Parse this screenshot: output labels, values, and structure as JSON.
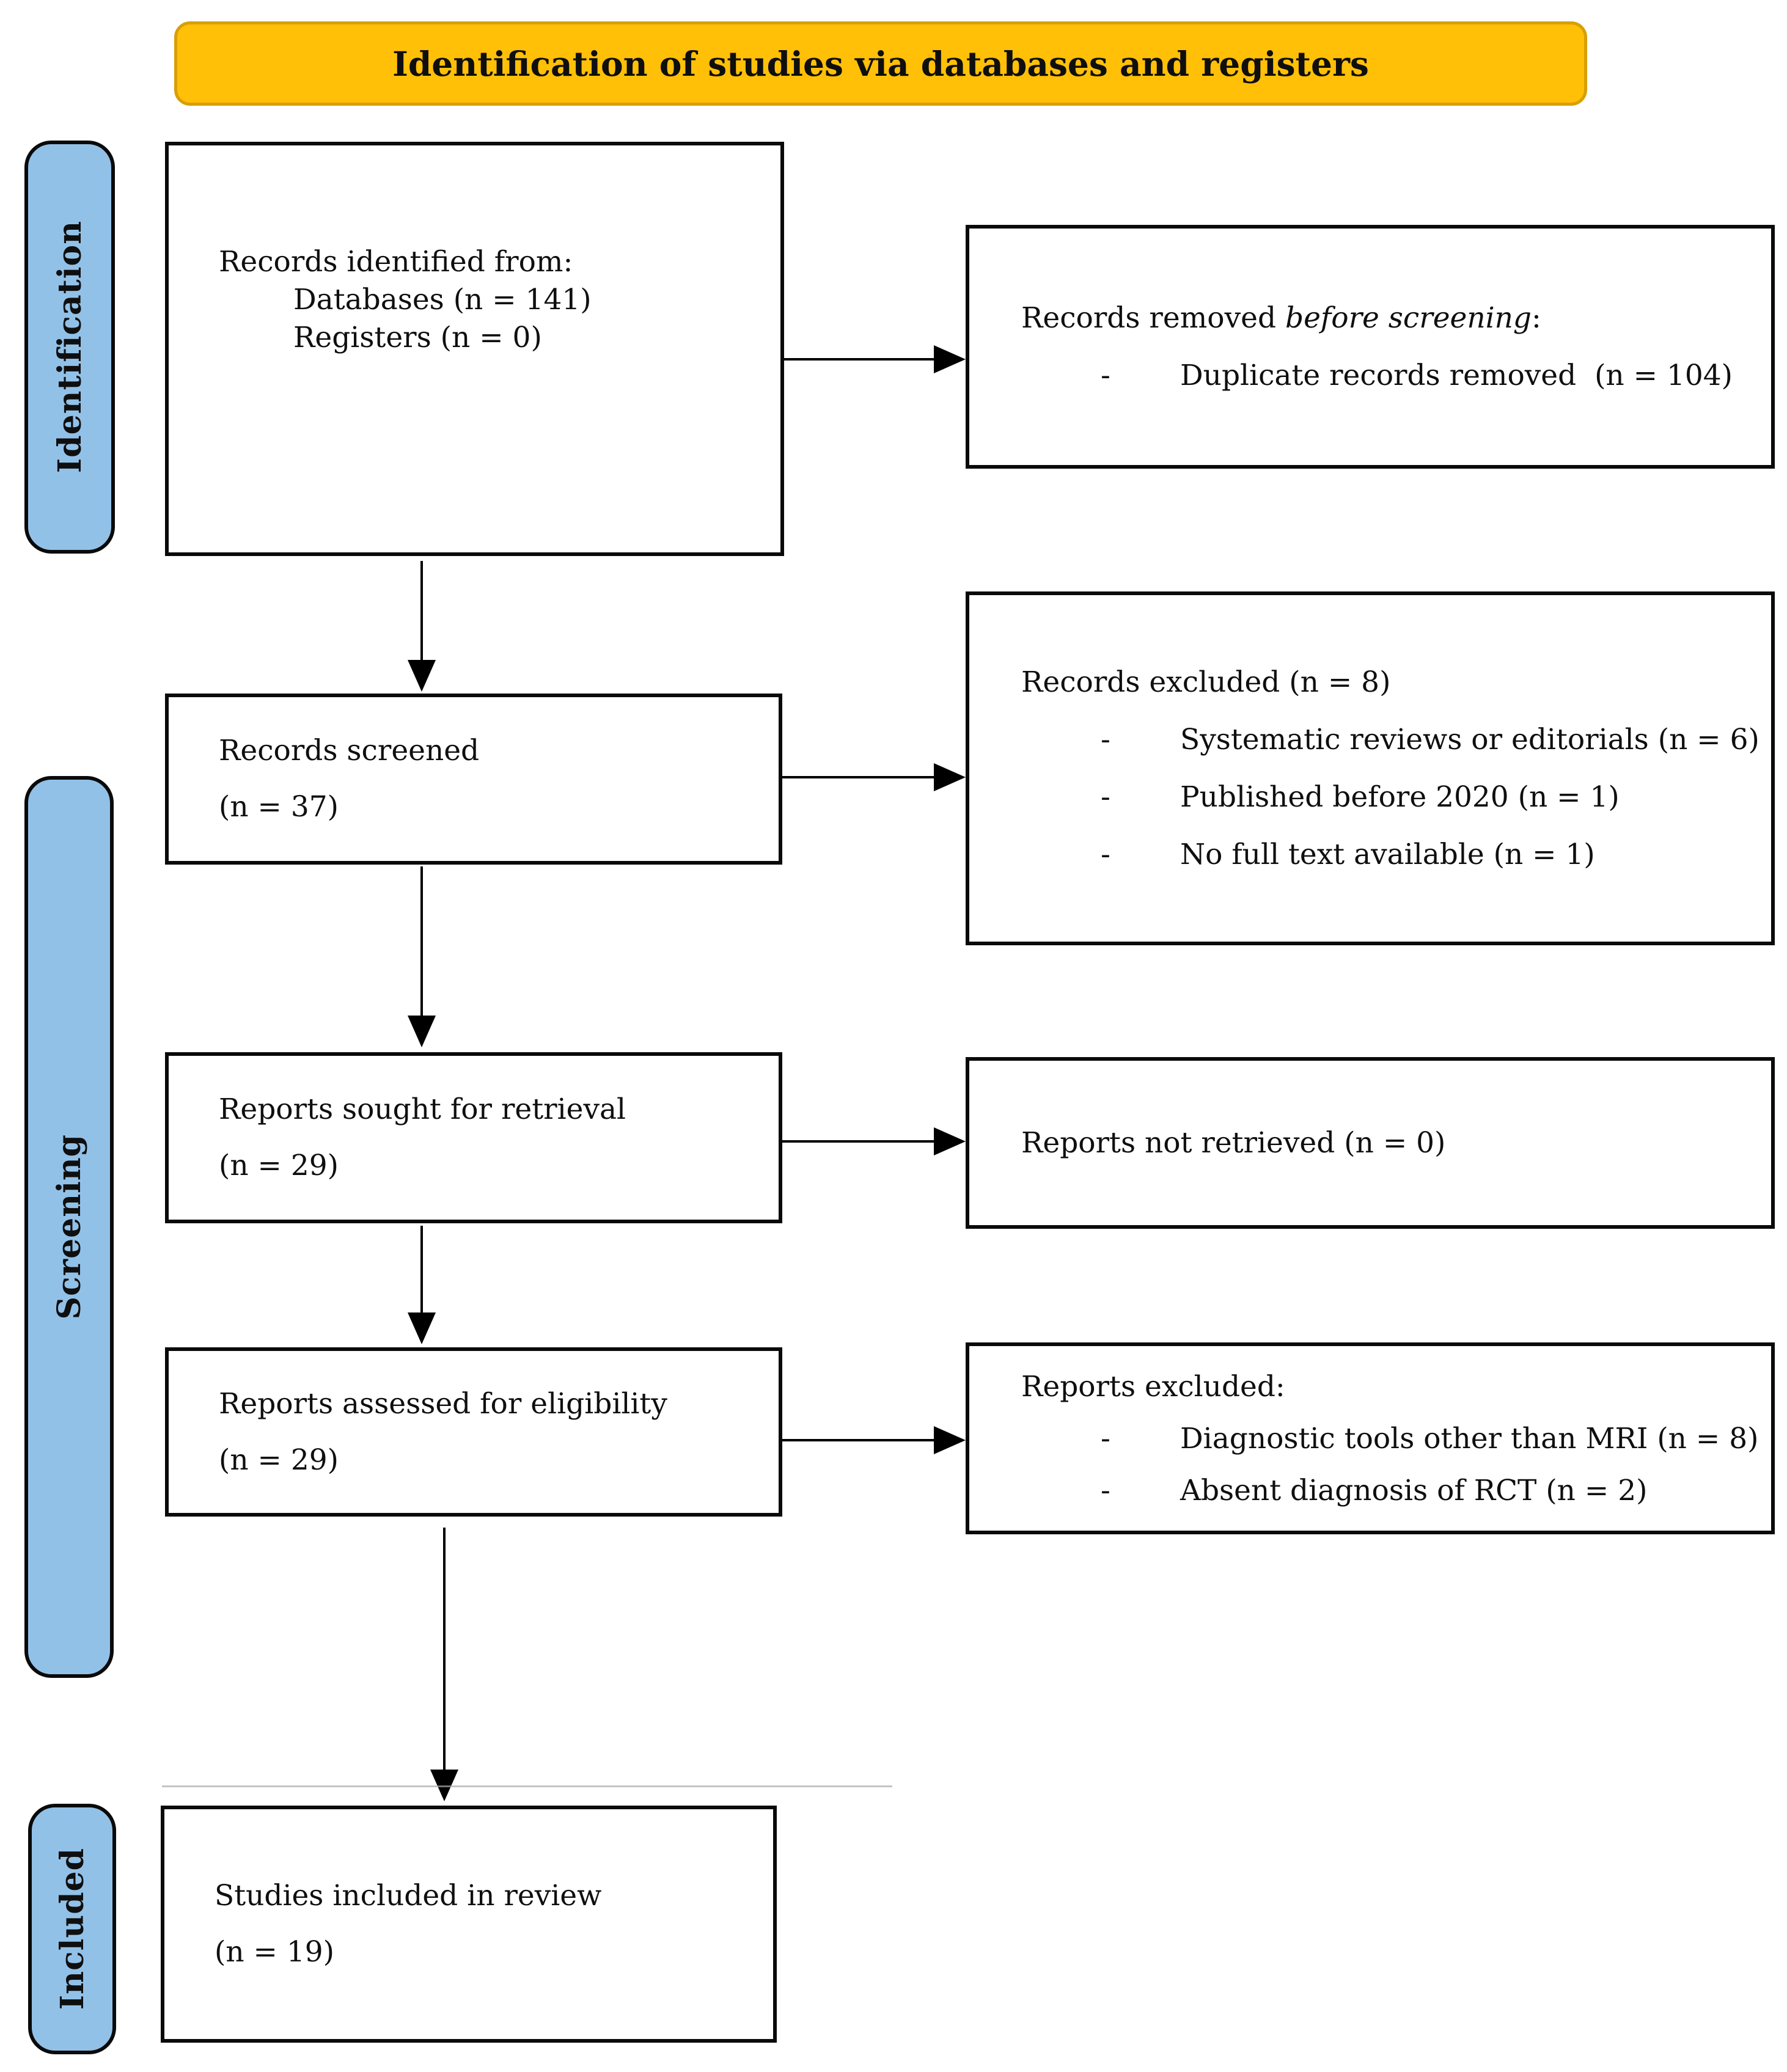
{
  "title_banner": {
    "text": "Identification of studies via databases and registers"
  },
  "bullet_dash": "-",
  "colors": {
    "banner_fill": "#FFC007",
    "banner_border": "#D89F05",
    "stage_fill": "#92C1E8",
    "stage_border": "#0A0A0A",
    "box_border": "#0A0A0A",
    "arrow": "#000000",
    "background": "#FFFFFF",
    "text": "#0F0F0F"
  },
  "stages": {
    "identification": {
      "label": "Identification"
    },
    "screening": {
      "label": "Screening"
    },
    "included": {
      "label": "Included"
    }
  },
  "boxes": {
    "records_identified": {
      "title": "Records identified from:",
      "items": [
        "Databases (n = 141)",
        "Registers (n = 0)"
      ]
    },
    "records_removed": {
      "title_prefix": "Records removed ",
      "title_italic": "before screening",
      "title_suffix": ":",
      "bullets": [
        "Duplicate records removed  (n = 104)"
      ]
    },
    "records_screened": {
      "line1": "Records screened",
      "line2": "(n = 37)"
    },
    "records_excluded": {
      "title": "Records excluded (n = 8)",
      "bullets": [
        "Systematic reviews or editorials (n = 6)",
        "Published before 2020 (n = 1)",
        "No full text available (n = 1)"
      ]
    },
    "reports_sought": {
      "line1": "Reports sought for retrieval",
      "line2": "(n = 29)"
    },
    "reports_not_retrieved": {
      "line1": "Reports not retrieved (n = 0)"
    },
    "reports_assessed": {
      "line1": "Reports assessed for eligibility",
      "line2": "(n = 29)"
    },
    "reports_excluded": {
      "title": "Reports excluded:",
      "bullets": [
        "Diagnostic tools other than MRI (n = 8)",
        "Absent diagnosis of RCT (n = 2)"
      ]
    },
    "studies_included": {
      "line1": "Studies included in review",
      "line2": "(n = 19)"
    }
  }
}
